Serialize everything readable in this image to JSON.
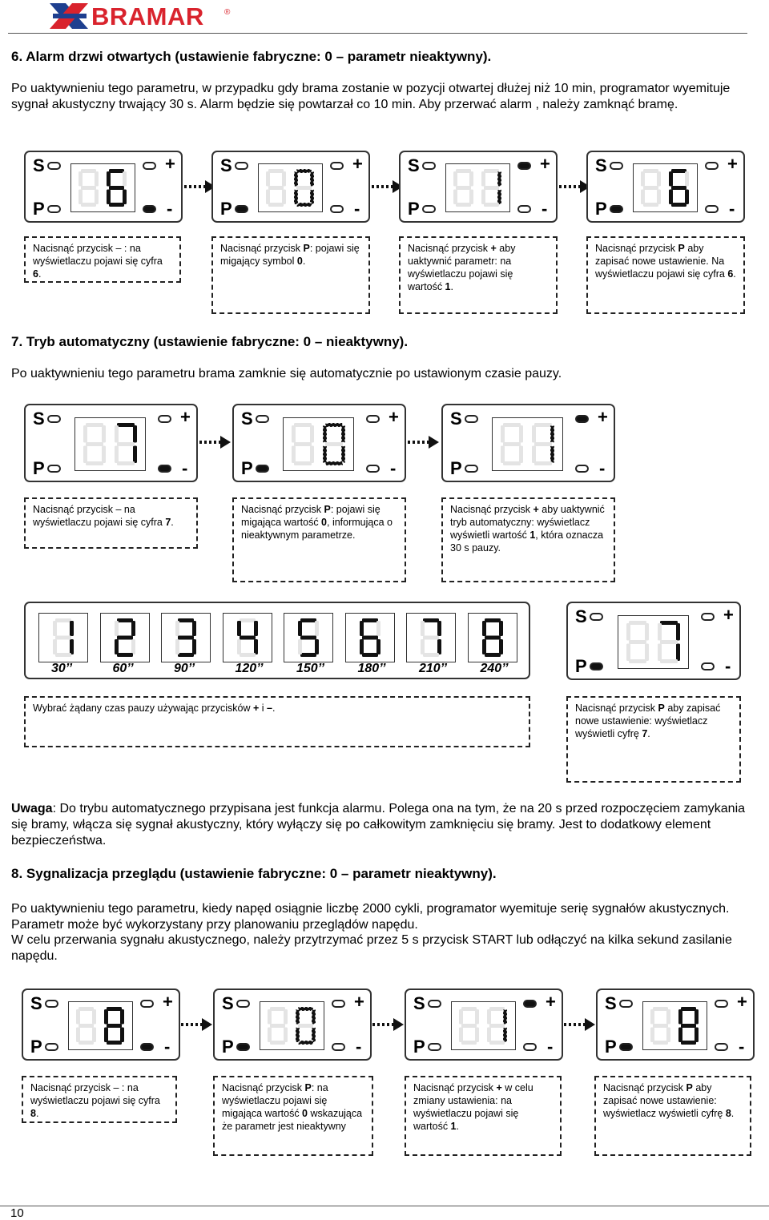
{
  "header": {
    "brand": "BRAMAR",
    "registered": "®",
    "colors": {
      "brand_red": "#d9232d",
      "brand_blue": "#1e3f8f"
    }
  },
  "sections": [
    {
      "heading": "6. Alarm drzwi otwartych (ustawienie fabryczne: 0 – parametr nieaktywny).",
      "text": "Po uaktywnieniu tego parametru, w przypadku gdy brama zostanie w pozycji otwartej dłużej niż 10 min, programator wyemituje sygnał akustyczny trwający 30 s. Alarm będzie się powtarzał co 10 min. Aby przerwać alarm , należy zamknąć bramę.",
      "steps": [
        {
          "digit": "6",
          "plus_on": false,
          "minus_on": true,
          "p_on": false,
          "blink": false,
          "note": [
            "Nacisnąć przycisk – : na wyświetlaczu pojawi się cyfra ",
            "6",
            "."
          ]
        },
        {
          "digit": "0",
          "plus_on": false,
          "minus_on": false,
          "p_on": true,
          "blink": true,
          "note": [
            "Nacisnąć przycisk ",
            "P",
            ": pojawi się migający symbol ",
            "0",
            "."
          ]
        },
        {
          "digit": "1",
          "plus_on": true,
          "minus_on": false,
          "p_on": false,
          "blink": true,
          "note": [
            "Nacisnąć przycisk ",
            "+",
            " aby uaktywnić parametr: na wyświetlaczu pojawi się wartość ",
            "1",
            "."
          ]
        },
        {
          "digit": "6",
          "plus_on": false,
          "minus_on": false,
          "p_on": true,
          "blink": false,
          "note": [
            "Nacisnąć przycisk ",
            "P",
            " aby zapisać nowe ustawienie. Na wyświetlaczu pojawi się cyfra ",
            "6",
            "."
          ]
        }
      ]
    },
    {
      "heading": "7. Tryb automatyczny (ustawienie fabryczne: 0 – nieaktywny).",
      "text": "Po uaktywnieniu tego parametru brama zamknie się automatycznie po ustawionym czasie pauzy.",
      "steps": [
        {
          "digit": "7",
          "plus_on": false,
          "minus_on": true,
          "p_on": false,
          "blink": false,
          "note": [
            "Nacisnąć przycisk –  na wyświetlaczu pojawi się cyfra ",
            "7",
            "."
          ]
        },
        {
          "digit": "0",
          "plus_on": false,
          "minus_on": false,
          "p_on": true,
          "blink": true,
          "note": [
            "Nacisnąć przycisk ",
            "P",
            ": pojawi się migająca wartość ",
            "0",
            ", informująca o nieaktywnym parametrze."
          ]
        },
        {
          "digit": "1",
          "plus_on": true,
          "minus_on": false,
          "p_on": false,
          "blink": true,
          "note": [
            "Nacisnąć przycisk ",
            "+",
            " aby uaktywnić tryb automatyczny: wyświetlacz wyświetli wartość ",
            "1",
            ", która oznacza 30 s pauzy."
          ]
        }
      ],
      "pause_strip": {
        "digits": [
          "1",
          "2",
          "3",
          "4",
          "5",
          "6",
          "7",
          "8"
        ],
        "times": [
          "30’’",
          "60’’",
          "90’’",
          "120’’",
          "150’’",
          "180’’",
          "210’’",
          "240’’"
        ],
        "note": [
          "Wybrać żądany czas pauzy używając przycisków ",
          "+",
          " i ",
          "–",
          "."
        ]
      },
      "save_step": {
        "digit": "7",
        "plus_on": false,
        "minus_on": false,
        "p_on": true,
        "blink": false,
        "note": [
          "Nacisnąć przycisk ",
          "P",
          " aby zapisać nowe ustawienie: wyświetlacz wyświetli cyfrę ",
          "7",
          "."
        ]
      },
      "warning_label": "Uwaga",
      "warning_text": ": Do trybu automatycznego przypisana jest funkcja alarmu. Polega ona na tym, że na 20 s przed rozpoczęciem zamykania się bramy, włącza się sygnał akustyczny, który wyłączy się po całkowitym zamknięciu się bramy. Jest to dodatkowy element bezpieczeństwa."
    },
    {
      "heading": "8. Sygnalizacja przeglądu (ustawienie fabryczne: 0 – parametr nieaktywny).",
      "text1": "Po uaktywnieniu tego parametru, kiedy napęd osiągnie liczbę 2000 cykli, programator wyemituje serię sygnałów akustycznych. Parametr może być wykorzystany przy planowaniu przeglądów napędu.",
      "text2": "W celu przerwania sygnału akustycznego, należy przytrzymać przez 5 s przycisk START lub odłączyć na kilka sekund zasilanie napędu.",
      "steps": [
        {
          "digit": "8",
          "plus_on": false,
          "minus_on": true,
          "p_on": false,
          "blink": false,
          "note": [
            "Nacisnąć przycisk – : na wyświetlaczu pojawi się cyfra ",
            "8",
            "."
          ]
        },
        {
          "digit": "0",
          "plus_on": false,
          "minus_on": false,
          "p_on": true,
          "blink": true,
          "note": [
            "Nacisnąć przycisk ",
            "P",
            ": na wyświetlaczu pojawi się migająca wartość ",
            "0",
            " wskazująca że parametr jest nieaktywny"
          ]
        },
        {
          "digit": "1",
          "plus_on": true,
          "minus_on": false,
          "p_on": false,
          "blink": true,
          "note": [
            "Nacisnąć przycisk ",
            "+",
            " w celu zmiany ustawienia: na wyświetlaczu pojawi się wartość ",
            "1",
            "."
          ]
        },
        {
          "digit": "8",
          "plus_on": false,
          "minus_on": false,
          "p_on": true,
          "blink": false,
          "note": [
            "Nacisnąć przycisk ",
            "P",
            " aby zapisać nowe ustawienie: wyświetlacz wyświetli cyfrę ",
            "8",
            "."
          ]
        }
      ]
    }
  ],
  "panel_labels": {
    "s": "S",
    "p": "P",
    "plus": "+",
    "minus": "-"
  },
  "page_number": "10"
}
